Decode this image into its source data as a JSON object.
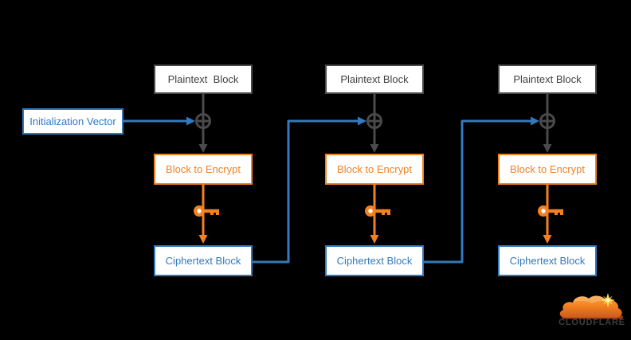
{
  "diagram": {
    "initialization_vector_label": "Initialization Vector",
    "columns": [
      {
        "plaintext": "Plaintext  Block",
        "encrypt": "Block to Encrypt",
        "ciphertext": "Ciphertext Block"
      },
      {
        "plaintext": "Plaintext Block",
        "encrypt": "Block to Encrypt",
        "ciphertext": "Ciphertext Block"
      },
      {
        "plaintext": "Plaintext Block",
        "encrypt": "Block to Encrypt",
        "ciphertext": "Ciphertext Block"
      }
    ],
    "operators": {
      "xor_symbol": "⊕",
      "key_icon": "key-icon"
    },
    "colors": {
      "background": "#000000",
      "box_background": "#FFFFFF",
      "gray": "#4A4A4A",
      "orange": "#F48120",
      "blue": "#3379BE",
      "plaintext_text": "#404040"
    }
  },
  "logo": {
    "wordmark": "CLOUDFLARE"
  }
}
